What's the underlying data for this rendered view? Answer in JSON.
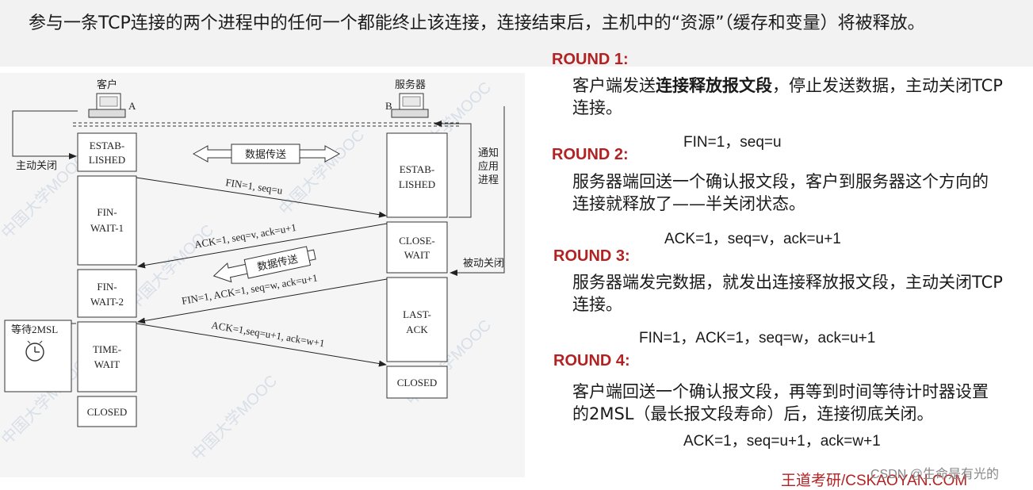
{
  "intro": "参与一条TCP连接的两个进程中的任何一个都能终止该连接，连接结束后，主机中的“资源”（缓存和变量）将被释放。",
  "diagram": {
    "client_label": "客户",
    "server_label": "服务器",
    "client_letter": "A",
    "server_letter": "B",
    "client_states": [
      {
        "line1": "ESTAB-",
        "line2": "LISHED"
      },
      {
        "line1": "FIN-",
        "line2": "WAIT-1"
      },
      {
        "line1": "FIN-",
        "line2": "WAIT-2"
      },
      {
        "line1": "TIME-",
        "line2": "WAIT"
      },
      {
        "line1": "CLOSED",
        "line2": ""
      }
    ],
    "server_states": [
      {
        "line1": "ESTAB-",
        "line2": "LISHED"
      },
      {
        "line1": "CLOSE-",
        "line2": "WAIT"
      },
      {
        "line1": "LAST-",
        "line2": "ACK"
      },
      {
        "line1": "CLOSED",
        "line2": ""
      }
    ],
    "active_close": "主动关闭",
    "passive_close": "被动关闭",
    "notify_app": [
      "通知",
      "应用",
      "进程"
    ],
    "data_transfer_1": "数据传送",
    "data_transfer_2": "数据传送",
    "wait_2msl": "等待2MSL",
    "msg1": "FIN=1, seq=u",
    "msg2": "ACK=1, seq=v, ack=u+1",
    "msg3": "FIN=1, ACK=1, seq=w, ack=u+1",
    "msg4": "ACK=1,seq=u+1, ack=w+1",
    "watermark": "中国大学MOOC"
  },
  "rounds": [
    {
      "title": "ROUND 1:",
      "desc_pre": "客户端发送",
      "desc_bold": "连接释放报文段",
      "desc_post": "，停止发送数据，主动关闭TCP连接。",
      "eq": "FIN=1，seq=u"
    },
    {
      "title": "ROUND 2:",
      "desc_pre": "服务器端回送一个确认报文段，客户到服务器这个方向的连接就释放了——半关闭状态。",
      "desc_bold": "",
      "desc_post": "",
      "eq": "ACK=1，seq=v，ack=u+1"
    },
    {
      "title": "ROUND 3:",
      "desc_pre": "服务器端发完数据，就发出连接释放报文段，主动关闭TCP连接。",
      "desc_bold": "",
      "desc_post": "",
      "eq": "FIN=1，ACK=1，seq=w，ack=u+1"
    },
    {
      "title": "ROUND 4:",
      "desc_pre": "客户端回送一个确认报文段，再等到时间等待计时器设置的2MSL（最长报文段寿命）后，连接彻底关闭。",
      "desc_bold": "",
      "desc_post": "",
      "eq": "ACK=1，seq=u+1，ack=w+1"
    }
  ],
  "footer": "王道考研/CSKAOYAN.COM",
  "csdn": "CSDN @生命是有光的"
}
